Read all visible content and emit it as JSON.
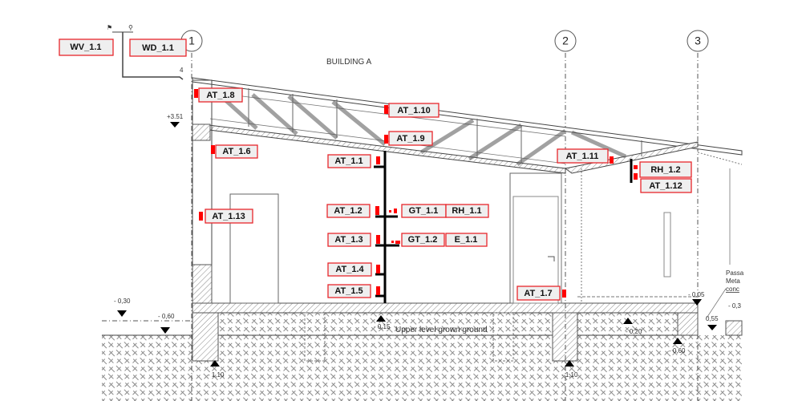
{
  "title": "BUILDING A",
  "grid_axes": [
    "1",
    "2",
    "3"
  ],
  "sensors": {
    "wv_1_1": "WV_1.1",
    "wd_1_1": "WD_1.1",
    "at_1_1": "AT_1.1",
    "at_1_2": "AT_1.2",
    "at_1_3": "AT_1.3",
    "at_1_4": "AT_1.4",
    "at_1_5": "AT_1.5",
    "at_1_6": "AT_1.6",
    "at_1_7": "AT_1.7",
    "at_1_8": "AT_1.8",
    "at_1_9": "AT_1.9",
    "at_1_10": "AT_1.10",
    "at_1_11": "AT_1.11",
    "at_1_12": "AT_1.12",
    "at_1_13": "AT_1.13",
    "gt_1_1": "GT_1.1",
    "gt_1_2": "GT_1.2",
    "rh_1_1": "RH_1.1",
    "rh_1_2": "RH_1.2",
    "e_1_1": "E_1.1"
  },
  "elevations": {
    "roof": "+3.51",
    "ext_030": "- 0,30",
    "ext_060": "- 0,60",
    "floor_015": "- 0,15",
    "found_left": "- 1,10",
    "found_mid": "- 1,10",
    "e_020": "- 0,20",
    "e_060b": "- 0,60",
    "e_005": "- 0,05",
    "e_03": "- 0,3",
    "e_055": "0,55"
  },
  "notes": {
    "ground": "Upper level grown ground",
    "dim_4": "4",
    "pass_1": "Passa",
    "pass_2": "Meta",
    "pass_3": "conc"
  },
  "colors": {
    "sensor": "#ff0000",
    "label_border": "#e8262b",
    "label_fill": "#efefef"
  }
}
